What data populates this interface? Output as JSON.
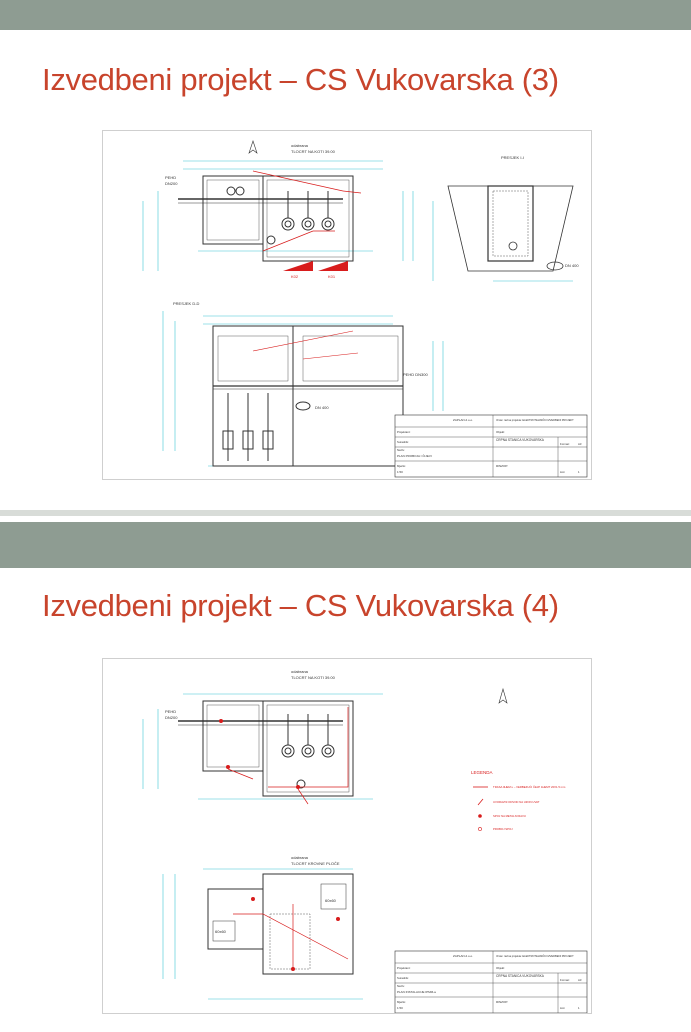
{
  "colors": {
    "topbar": "#8e9c92",
    "title": "#c8442c",
    "cyan": "#3fc6d6",
    "red": "#d81c1c",
    "ink": "#333333"
  },
  "slides": [
    {
      "title": "Izvedbeni projekt – CS Vukovarska (3)",
      "drawing": {
        "labels": {
          "top_note_1": "odabrana",
          "top_note_2": "TLOCRT NA KOTI 39.00",
          "pehd": "PEHD",
          "dn200": "DN200",
          "section_ii": "PRESJEK I-I",
          "section_dd": "PRESJEK D-D",
          "dn400": "DN 400",
          "k01": "K01",
          "k02": "K02",
          "pehd_dn300": "PEHD DN300"
        }
      },
      "title_block": {
        "company": "ZAPLAN d.o.o.",
        "project_type": "Vrsta i razina projekta: ELEKTROTEHNIČKI IZVEDBENI PROJEKT",
        "object_label": "Objekt:",
        "object": "CRPNA STANICA VUKOVARSKA",
        "designer_label": "Projektant:",
        "checked_label": "Suradnik:",
        "sheet_label": "Naziv:",
        "sheet_name": "PLAN PROBOJA I ČIJEVI",
        "scale_label": "Mjerilo:",
        "scale": "1:50",
        "format_label": "Format:",
        "format": "A3",
        "list_label": "List:",
        "list": "1",
        "rinzop": "RINZOP:"
      }
    },
    {
      "title": "Izvedbeni projekt – CS Vukovarska (4)",
      "drawing": {
        "labels": {
          "top_note_1": "odabrana",
          "top_note_2": "TLOCRT NA KOTI 39.00",
          "pehd": "PEHD",
          "dn200": "DN200",
          "roof_note_1": "odabrana",
          "roof_note_2": "TLOCRT KROVNE PLOČE",
          "dim_1": "60x60",
          "dim_2": "60x60",
          "legend_title": "LEGENDA",
          "legend_1": "TRASA 0HEM u – VERBEZUĆI ČEJP 1HEMT 20X1.5 mm",
          "legend_2": "UVORAVNI ODVOD NA UZON UVAT",
          "legend_3": "SPOJ NA METALNI RAVU",
          "legend_4": "PROBOJ SPOJ"
        }
      },
      "title_block": {
        "company": "ZAPLAN d.o.o.",
        "project_type": "Vrsta i razina projekta: ELEKTROTEHNIČKI IZVEDBENI PROJEKT",
        "object_label": "Objekt:",
        "object": "CRPNA STANICA VUKOVARSKA",
        "designer_label": "Projektant:",
        "checked_label": "Suradnik:",
        "sheet_label": "Naziv:",
        "sheet_name": "PLAN INSTALACIJE IPMM-a",
        "scale_label": "Mjerilo:",
        "scale": "1:50",
        "format_label": "Format:",
        "format": "A3",
        "list_label": "List:",
        "list": "1",
        "rinzop": "RINZOP:"
      }
    }
  ]
}
